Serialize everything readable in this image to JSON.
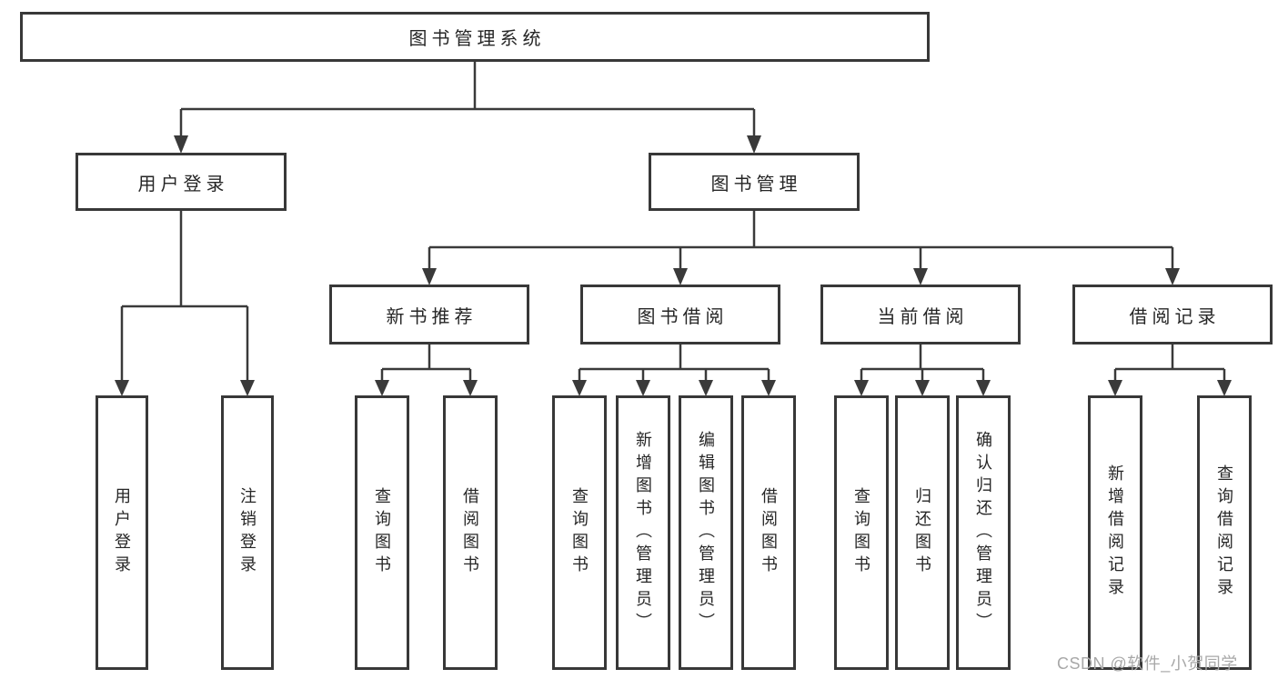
{
  "diagram_type": "hierarchy-tree",
  "colors": {
    "background": "#ffffff",
    "box_border": "#383838",
    "connector_line": "#3a3a3a",
    "text": "#262626",
    "watermark_text": "#a8a8a8"
  },
  "tree": {
    "label": "图书管理系统",
    "children": [
      {
        "label": "用户登录",
        "children": [
          {
            "label": "用户登录"
          },
          {
            "label": "注销登录"
          }
        ]
      },
      {
        "label": "图书管理",
        "children": [
          {
            "label": "新书推荐",
            "children": [
              {
                "label": "查询图书"
              },
              {
                "label": "借阅图书"
              }
            ]
          },
          {
            "label": "图书借阅",
            "children": [
              {
                "label": "查询图书"
              },
              {
                "label": "新增图书（管理员）"
              },
              {
                "label": "编辑图书（管理员）"
              },
              {
                "label": "借阅图书"
              }
            ]
          },
          {
            "label": "当前借阅",
            "children": [
              {
                "label": "查询图书"
              },
              {
                "label": "归还图书"
              },
              {
                "label": "确认归还（管理员）"
              }
            ]
          },
          {
            "label": "借阅记录",
            "children": [
              {
                "label": "新增借阅记录"
              },
              {
                "label": "查询借阅记录"
              }
            ]
          }
        ]
      }
    ]
  },
  "watermark": {
    "text": "CSDN @软件_小贺同学"
  }
}
